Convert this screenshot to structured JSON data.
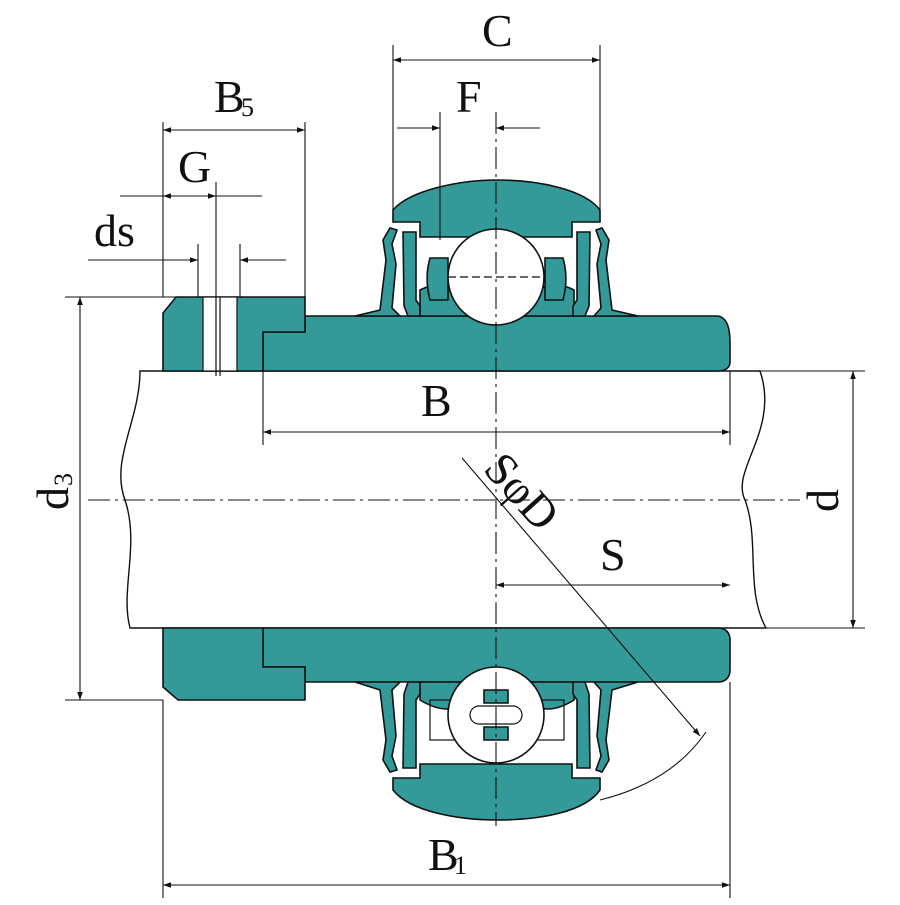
{
  "diagram": {
    "colors": {
      "body": "#339999",
      "line": "#111111",
      "background": "#ffffff"
    },
    "labels": {
      "C": "C",
      "F": "F",
      "B5_main": "B",
      "B5_sub": "5",
      "G": "G",
      "ds": "ds",
      "B": "B",
      "SphiD": "SφD",
      "S": "S",
      "d3_main": "d",
      "d3_sub": "3",
      "d": "d",
      "B1_main": "B",
      "B1_sub": "1"
    }
  }
}
